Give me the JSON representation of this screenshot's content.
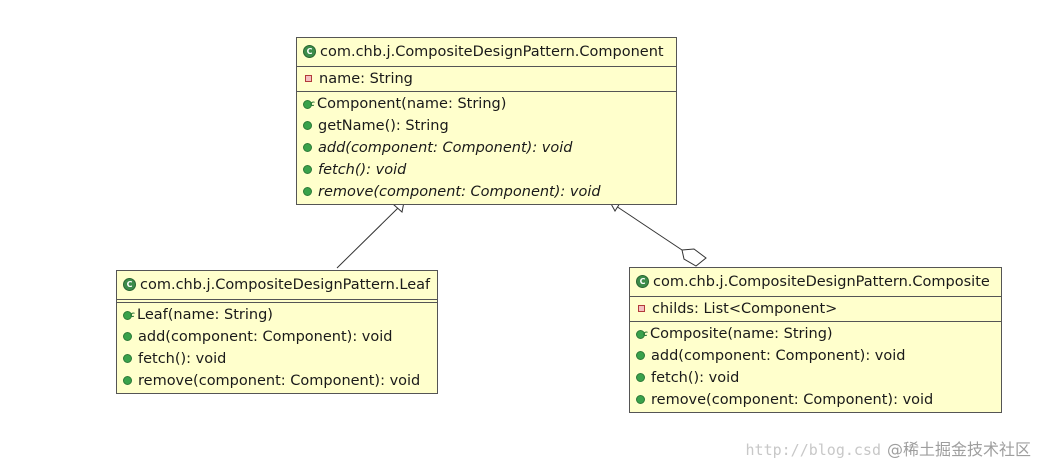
{
  "colors": {
    "class_fill": "#ffffcc",
    "border": "#555555",
    "class_icon": "#3c8c4a",
    "private_icon": "#b23a3a",
    "public_icon": "#39a24b"
  },
  "classes": {
    "component": {
      "name": "com.chb.j.CompositeDesignPattern.Component",
      "attributes": [
        "name: String"
      ],
      "operations": [
        {
          "text": "Component(name: String)",
          "kind": "constructor",
          "abstract": false
        },
        {
          "text": "getName(): String",
          "kind": "public",
          "abstract": false
        },
        {
          "text": "add(component: Component): void",
          "kind": "public",
          "abstract": true
        },
        {
          "text": "fetch(): void",
          "kind": "public",
          "abstract": true
        },
        {
          "text": "remove(component: Component): void",
          "kind": "public",
          "abstract": true
        }
      ]
    },
    "leaf": {
      "name": "com.chb.j.CompositeDesignPattern.Leaf",
      "attributes": [],
      "operations": [
        {
          "text": "Leaf(name: String)",
          "kind": "constructor",
          "abstract": false
        },
        {
          "text": "add(component: Component): void",
          "kind": "public",
          "abstract": false
        },
        {
          "text": "fetch(): void",
          "kind": "public",
          "abstract": false
        },
        {
          "text": "remove(component: Component): void",
          "kind": "public",
          "abstract": false
        }
      ]
    },
    "composite": {
      "name": "com.chb.j.CompositeDesignPattern.Composite",
      "attributes": [
        "childs: List<Component>"
      ],
      "operations": [
        {
          "text": "Composite(name: String)",
          "kind": "constructor",
          "abstract": false
        },
        {
          "text": "add(component: Component): void",
          "kind": "public",
          "abstract": false
        },
        {
          "text": "fetch(): void",
          "kind": "public",
          "abstract": false
        },
        {
          "text": "remove(component: Component): void",
          "kind": "public",
          "abstract": false
        }
      ]
    }
  },
  "icons": {
    "class": "class-icon",
    "private": "private-field-icon",
    "public": "public-method-icon",
    "constructor": "constructor-icon"
  },
  "watermark": {
    "url": "http://blog.csd",
    "brand": "@稀土掘金技术社区"
  }
}
